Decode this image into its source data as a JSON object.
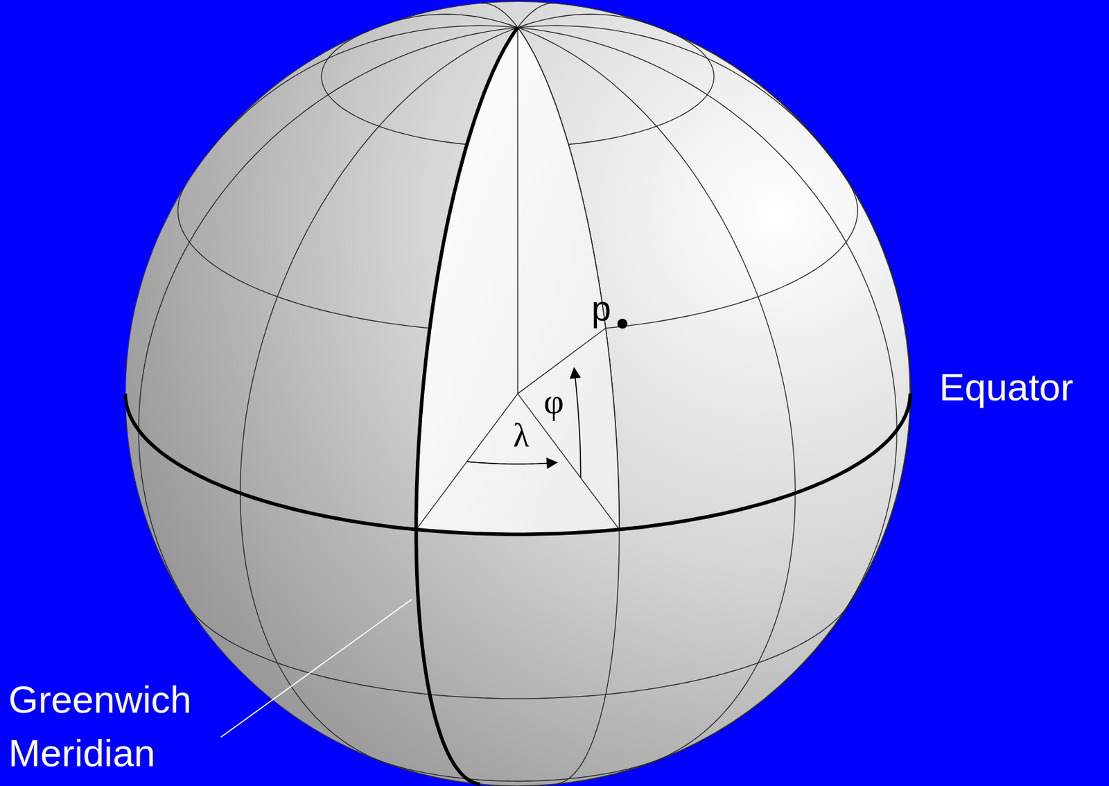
{
  "diagram": {
    "labels": [
      "p",
      "φ",
      "λ",
      "Equator",
      "Greenwich Meridian"
    ]
  }
}
